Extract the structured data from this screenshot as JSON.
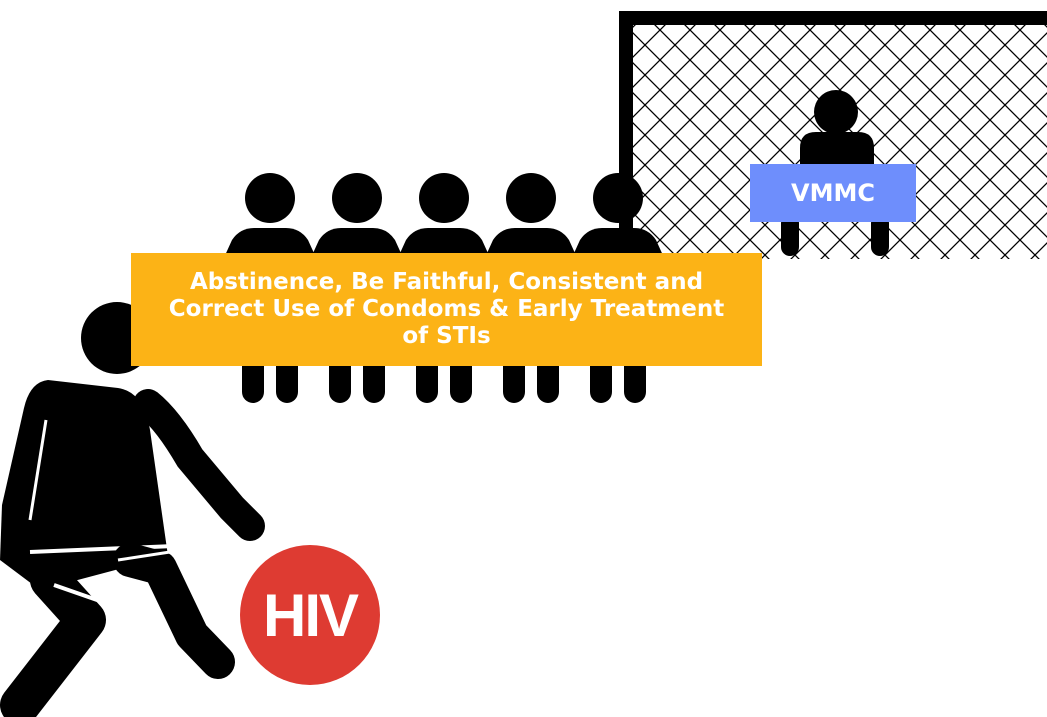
{
  "wall": {
    "label": "Abstinence, Be Faithful, Consistent and Correct Use of Condoms & Early Treatment of STIs",
    "color": "#FCB316",
    "figure_count": 5
  },
  "goalkeeper": {
    "label": "VMMC",
    "color": "#6E8EFC"
  },
  "ball": {
    "label": "HIV",
    "color": "#DE3B32"
  },
  "icons": {
    "goal": "goal-net-icon",
    "defender": "defender-person-icon",
    "goalkeeper": "goalkeeper-person-icon",
    "player": "kicking-player-icon",
    "ball": "ball-icon"
  }
}
